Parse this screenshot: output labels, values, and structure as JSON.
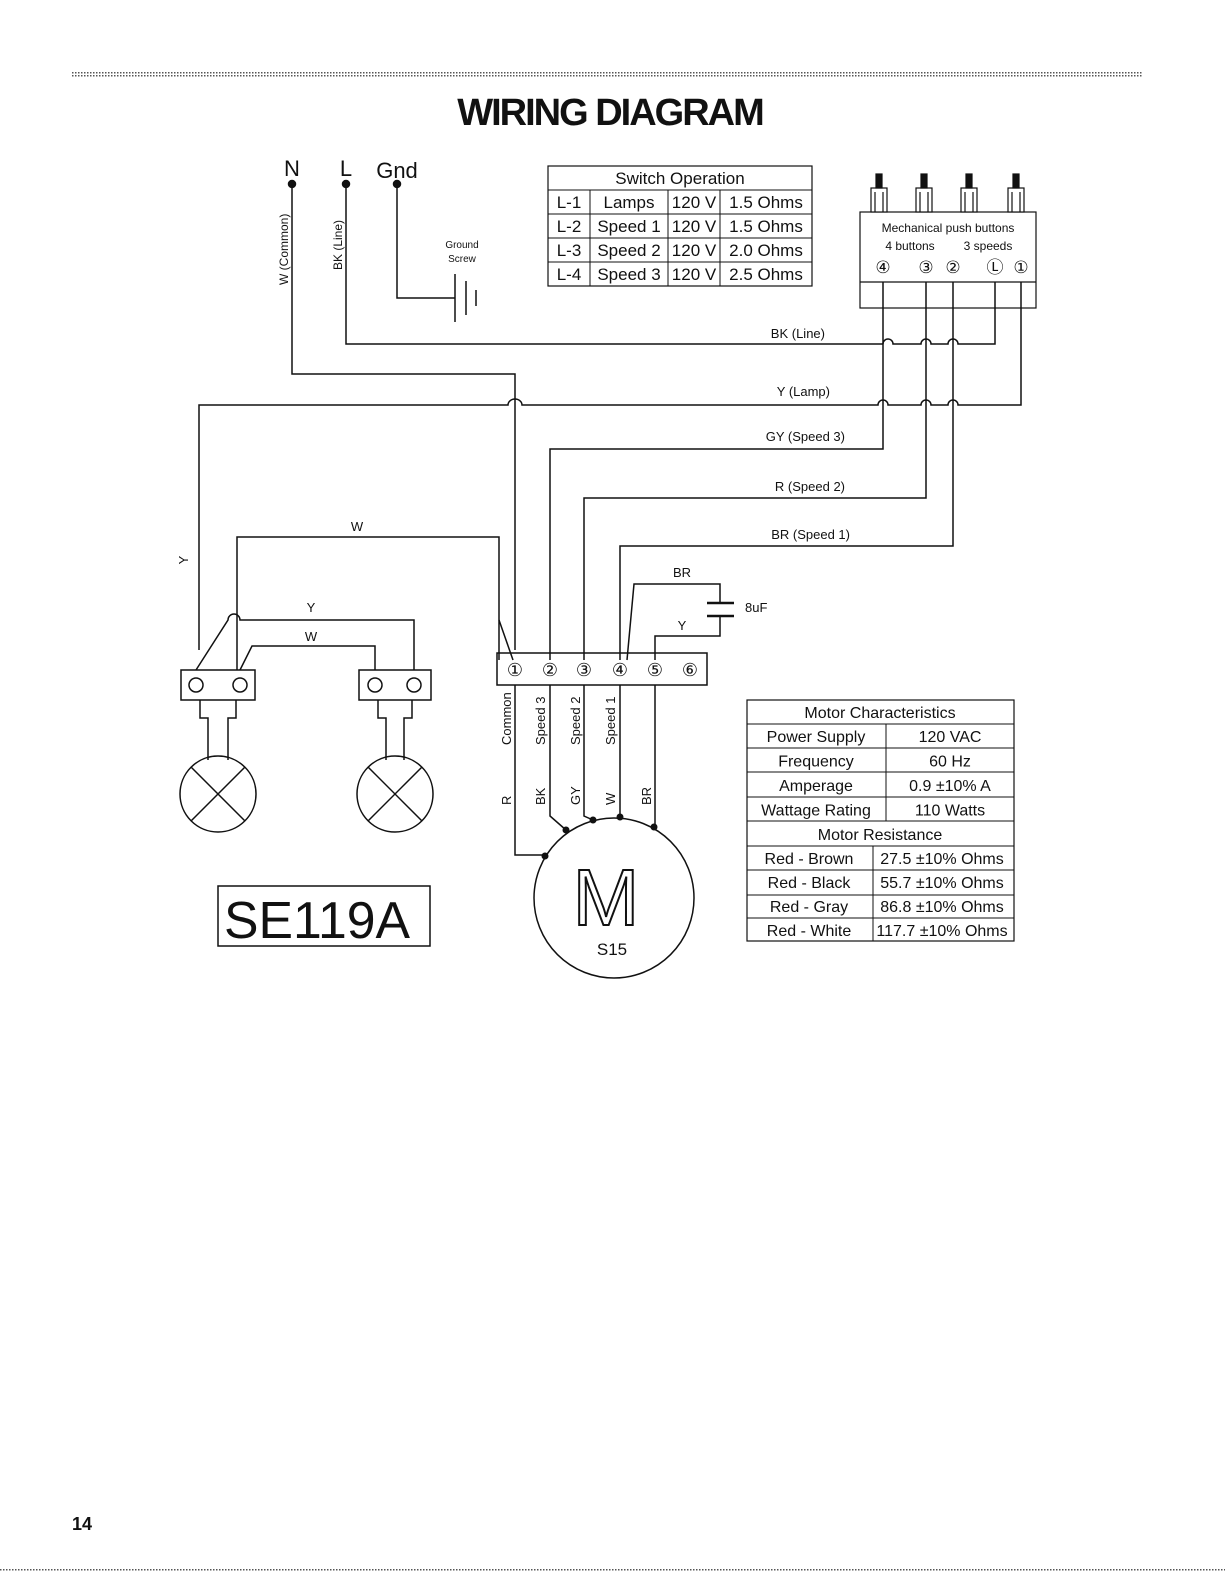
{
  "title": "WIRING DIAGRAM",
  "page_number": "14",
  "supply": {
    "n": "N",
    "l": "L",
    "gnd": "Gnd",
    "w_common": "W (Common)",
    "bk_line": "BK (Line)",
    "ground_screw_1": "Ground",
    "ground_screw_2": "Screw"
  },
  "switch_table": {
    "title": "Switch Operation",
    "rows": [
      [
        "L-1",
        "Lamps",
        "120 V",
        "1.5 Ohms"
      ],
      [
        "L-2",
        "Speed 1",
        "120 V",
        "1.5 Ohms"
      ],
      [
        "L-3",
        "Speed 2",
        "120 V",
        "2.0 Ohms"
      ],
      [
        "L-4",
        "Speed 3",
        "120 V",
        "2.5 Ohms"
      ]
    ]
  },
  "push_buttons": {
    "line1": "Mechanical push buttons",
    "line2a": "4 buttons",
    "line2b": "3 speeds",
    "terminals": [
      "④",
      "③",
      "②",
      "Ⓛ",
      "①"
    ]
  },
  "wires": {
    "bk_line": "BK (Line)",
    "y_lamp": "Y (Lamp)",
    "gy_speed3": "GY (Speed 3)",
    "r_speed2": "R (Speed 2)",
    "br_speed1": "BR (Speed 1)",
    "w_top": "W",
    "y_left": "Y",
    "y_lamp_mid": "Y",
    "w_lamp_mid": "W",
    "br_cap": "BR",
    "y_cap": "Y",
    "capacitor": "8uF"
  },
  "terminal_block": {
    "terminals": [
      "①",
      "②",
      "③",
      "④",
      "⑤",
      "⑥"
    ],
    "labels": [
      "Common",
      "Speed 3",
      "Speed 2",
      "Speed 1"
    ],
    "wire_colors": [
      "R",
      "BK",
      "GY",
      "W",
      "BR"
    ]
  },
  "motor": {
    "letter": "M",
    "model": "S15"
  },
  "model_box": "SE119A",
  "motor_table": {
    "title": "Motor Characteristics",
    "rows": [
      [
        "Power Supply",
        "120 VAC"
      ],
      [
        "Frequency",
        "60 Hz"
      ],
      [
        "Amperage",
        "0.9 ±10% A"
      ],
      [
        "Wattage Rating",
        "110 Watts"
      ]
    ],
    "resistance_title": "Motor Resistance",
    "resistance_rows": [
      [
        "Red - Brown",
        "27.5 ±10% Ohms"
      ],
      [
        "Red - Black",
        "55.7 ±10% Ohms"
      ],
      [
        "Red - Gray",
        "86.8 ±10% Ohms"
      ],
      [
        "Red - White",
        "117.7 ±10% Ohms"
      ]
    ]
  }
}
